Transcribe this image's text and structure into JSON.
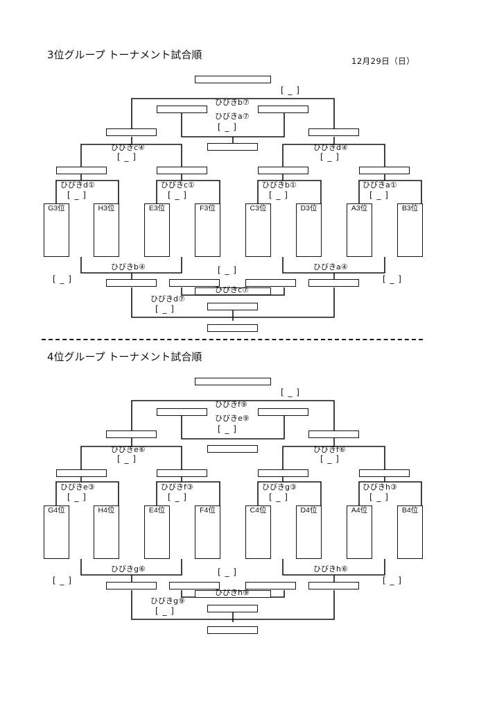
{
  "date": "12月29日（日）",
  "section3": {
    "title": "3位グループ トーナメント試合順",
    "seeds": [
      "G3位",
      "H3位",
      "E3位",
      "F3位",
      "C3位",
      "D3位",
      "A3位",
      "B3位"
    ],
    "r1": [
      "ひびきd①",
      "ひびきc①",
      "ひびきb①",
      "ひびきa①"
    ],
    "r2": [
      "ひびきc④",
      "ひびきd④"
    ],
    "lower": [
      "ひびきb④",
      "ひびきa④"
    ],
    "top1": "ひびきb⑦",
    "top2": "ひびきa⑦",
    "bot1": "ひびきc⑦",
    "bot2": "ひびきd⑦"
  },
  "section4": {
    "title": "4位グループ トーナメント試合順",
    "seeds": [
      "G4位",
      "H4位",
      "E4位",
      "F4位",
      "C4位",
      "D4位",
      "A4位",
      "B4位"
    ],
    "r1": [
      "ひびきe③",
      "ひびきf③",
      "ひびきg③",
      "ひびきh③"
    ],
    "r2": [
      "ひびきe⑥",
      "ひびきf⑥"
    ],
    "lower": [
      "ひびきg⑥",
      "ひびきh⑥"
    ],
    "top1": "ひびきf⑨",
    "top2": "ひびきe⑨",
    "bot1": "ひびきh⑨",
    "bot2": "ひびきg⑨"
  },
  "bracket_mark": "[ _ ]"
}
